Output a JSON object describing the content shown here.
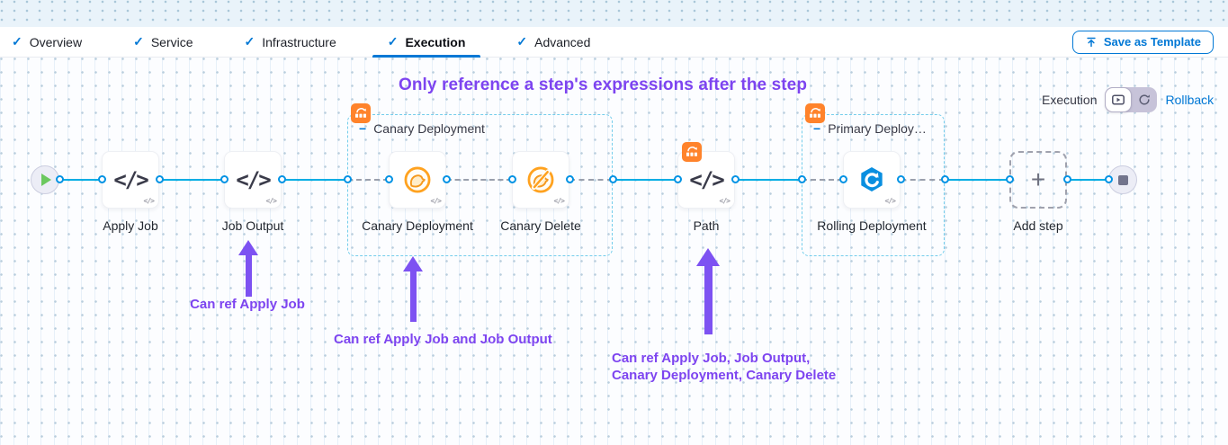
{
  "header": {
    "tabs": [
      {
        "label": "Overview"
      },
      {
        "label": "Service"
      },
      {
        "label": "Infrastructure"
      },
      {
        "label": "Execution"
      },
      {
        "label": "Advanced"
      }
    ],
    "save_as_template_label": "Save as Template"
  },
  "canvas": {
    "title": "Only reference a step's expressions after the step",
    "execution_toggle": {
      "label": "Execution",
      "rollback_label": "Rollback"
    },
    "nodes": {
      "apply_job": "Apply Job",
      "job_output": "Job Output",
      "canary_deployment": "Canary Deployment",
      "canary_delete": "Canary Delete",
      "path": "Path",
      "rolling_deployment": "Rolling Deployment",
      "add_step": "Add step"
    },
    "groups": {
      "canary": "Canary Deployment",
      "primary": "Primary Deploy…"
    },
    "annotations": {
      "ref1": "Can ref Apply Job",
      "ref2": "Can ref Apply Job and Job Output",
      "ref3_line1": "Can ref Apply Job, Job Output,",
      "ref3_line2": "Canary Deployment, Canary Delete"
    }
  },
  "icons": {
    "check": "✓",
    "code": "</>",
    "plus": "+",
    "minus": "−"
  },
  "colors": {
    "annotation_purple": "#7d44f0",
    "link_blue": "#00ade4",
    "accent_blue": "#0278d5",
    "badge_orange": "#ff832b",
    "canary_orange": "#ffa21f",
    "rolling_blue": "#0a8fe0"
  }
}
